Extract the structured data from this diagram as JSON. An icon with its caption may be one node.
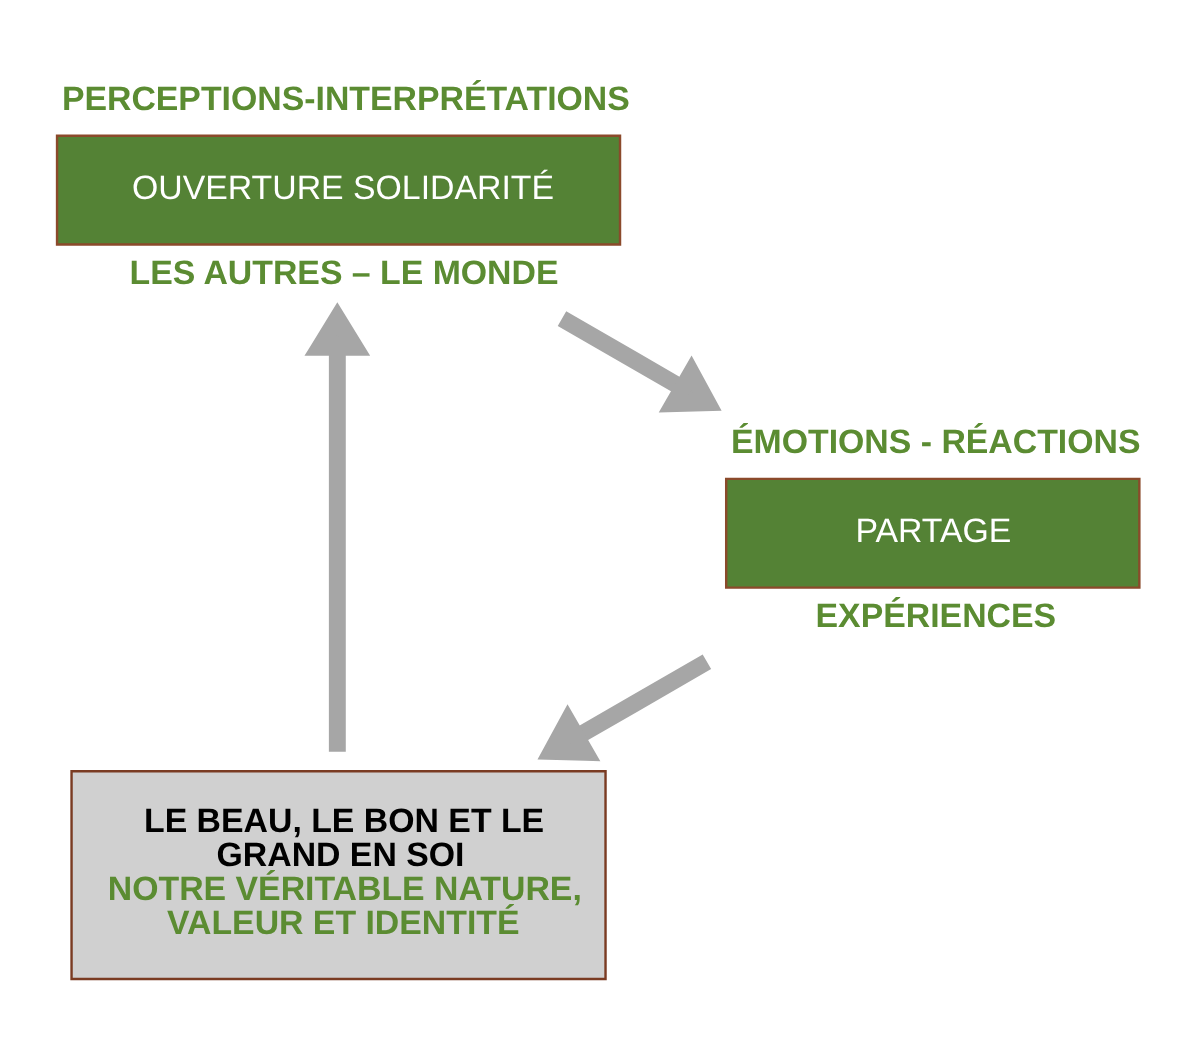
{
  "diagram": {
    "nodes": [
      {
        "text": [
          "LE BEAU, LE BON ET LE GRAND EN SOI",
          "NOTRE VÉRITABLE NATURE, VALEUR ET IDENTITÉ"
        ]
      },
      {
        "text": [
          "OUVERTURE SOLIDARITÉ"
        ],
        "beside": [
          "PERCEPTIONS-INTERPRÉTATIONS",
          "LES AUTRES – LE MONDE"
        ]
      },
      {
        "text": [
          "PARTAGE"
        ],
        "beside": [
          "ÉMOTIONS - RÉACTIONS",
          "EXPÉRIENCES"
        ]
      }
    ],
    "edges": [
      {
        "from": 0,
        "to": 1,
        "arrow": "to"
      },
      {
        "from": 1,
        "to": 2,
        "arrow": "to"
      },
      {
        "from": 2,
        "to": 0,
        "arrow": "to"
      }
    ]
  }
}
